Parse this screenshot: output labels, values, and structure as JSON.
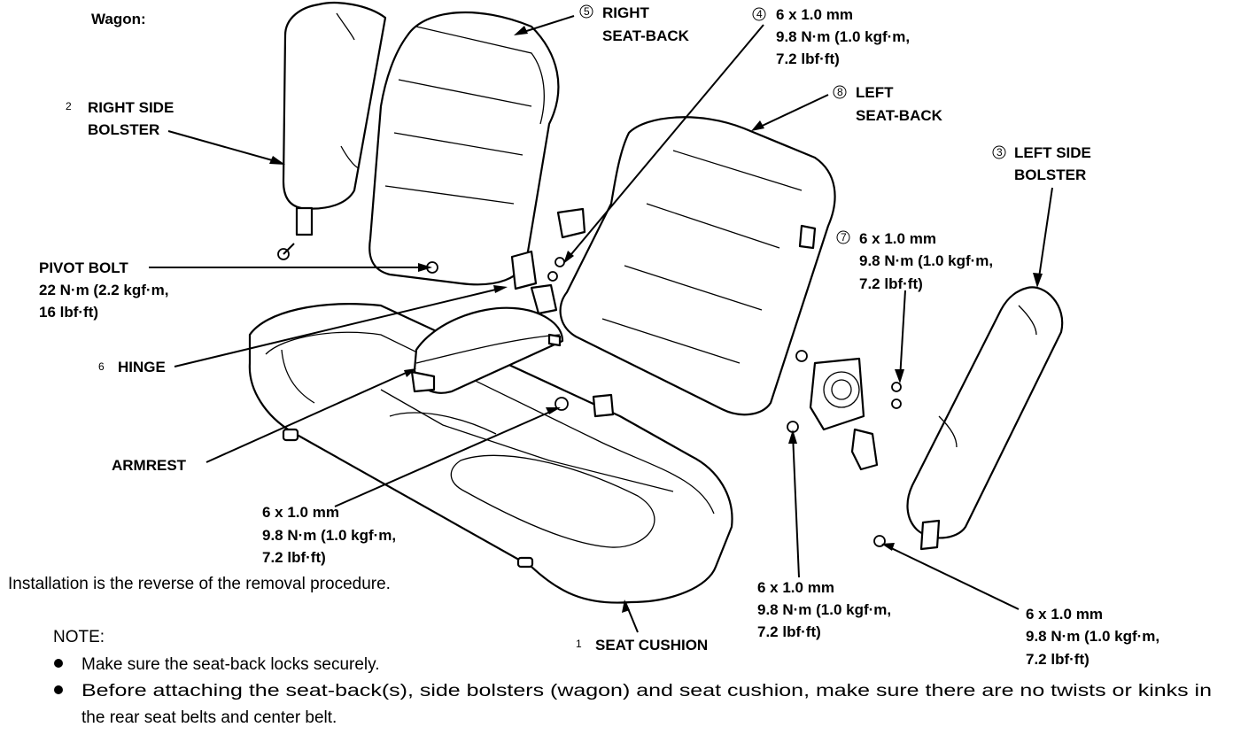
{
  "heading": "Wagon:",
  "callouts": {
    "right_seat_back": {
      "num": "5",
      "lines": [
        "RIGHT",
        "SEAT-BACK"
      ]
    },
    "bolt_4": {
      "num": "4",
      "lines": [
        "6 x 1.0 mm",
        "9.8 N·m (1.0 kgf·m,",
        "7.2 lbf·ft)"
      ]
    },
    "left_seat_back": {
      "num": "8",
      "lines": [
        "LEFT",
        "SEAT-BACK"
      ]
    },
    "right_side_bolster": {
      "num": "2",
      "lines": [
        "RIGHT SIDE",
        "BOLSTER"
      ]
    },
    "left_side_bolster": {
      "num": "3",
      "lines": [
        "LEFT SIDE",
        "BOLSTER"
      ]
    },
    "bolt_7": {
      "num": "7",
      "lines": [
        "6 x 1.0 mm",
        "9.8 N·m (1.0 kgf·m,",
        "7.2 lbf·ft)"
      ]
    },
    "pivot_bolt": {
      "lines": [
        "PIVOT BOLT",
        "22 N·m (2.2 kgf·m,",
        "16 lbf·ft)"
      ]
    },
    "hinge": {
      "num": "6",
      "lines": [
        "HINGE"
      ]
    },
    "armrest": {
      "lines": [
        "ARMREST"
      ]
    },
    "bolt_cushion": {
      "lines": [
        "6 x 1.0 mm",
        "9.8 N·m (1.0 kgf·m,",
        "7.2 lbf·ft)"
      ]
    },
    "bolt_bracket": {
      "lines": [
        "6 x 1.0 mm",
        "9.8 N·m (1.0 kgf·m,",
        "7.2 lbf·ft)"
      ]
    },
    "bolt_left_bolster": {
      "lines": [
        "6 x 1.0 mm",
        "9.8 N·m (1.0 kgf·m,",
        "7.2 lbf·ft)"
      ]
    },
    "seat_cushion": {
      "num": "1",
      "lines": [
        "SEAT CUSHION"
      ]
    }
  },
  "install_text": "Installation is the reverse of the removal procedure.",
  "note": {
    "title": "NOTE:",
    "bullets": [
      [
        "Make sure the seat-back locks securely."
      ],
      [
        "Before attaching the seat-back(s), side bolsters (wagon) and seat cushion, make sure there are no twists or kinks in",
        "the rear seat belts and center belt."
      ]
    ]
  }
}
